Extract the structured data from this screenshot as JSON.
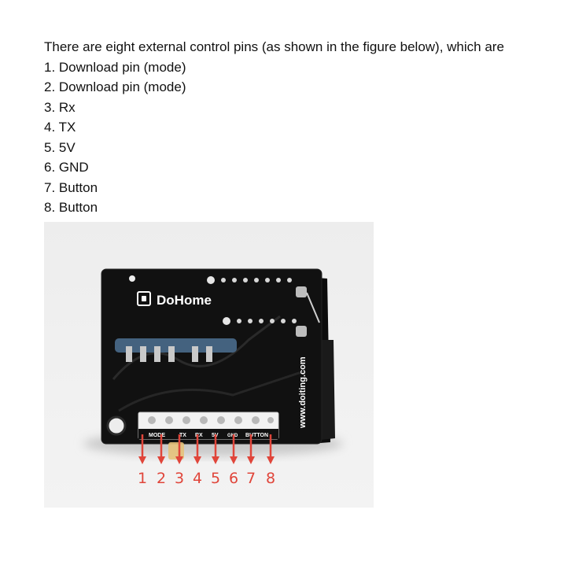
{
  "document": {
    "intro": "There are eight external control pins (as shown in the figure below), which are",
    "pins": [
      "1. Download pin (mode)",
      "2. Download pin (mode)",
      "3. Rx",
      "4. TX",
      "5. 5V",
      "6. GND",
      "7. Button",
      "8. Button"
    ]
  },
  "photo": {
    "board_brand": "DoHome",
    "board_url": "www.doiting.com",
    "header_labels": [
      "MODE",
      "TX",
      "RX",
      "5V",
      "GND",
      "BUTTON"
    ],
    "pin_numbers": [
      "1",
      "2",
      "3",
      "4",
      "5",
      "6",
      "7",
      "8"
    ],
    "arrow_color": "#e0453a",
    "board_color": "#111111"
  }
}
